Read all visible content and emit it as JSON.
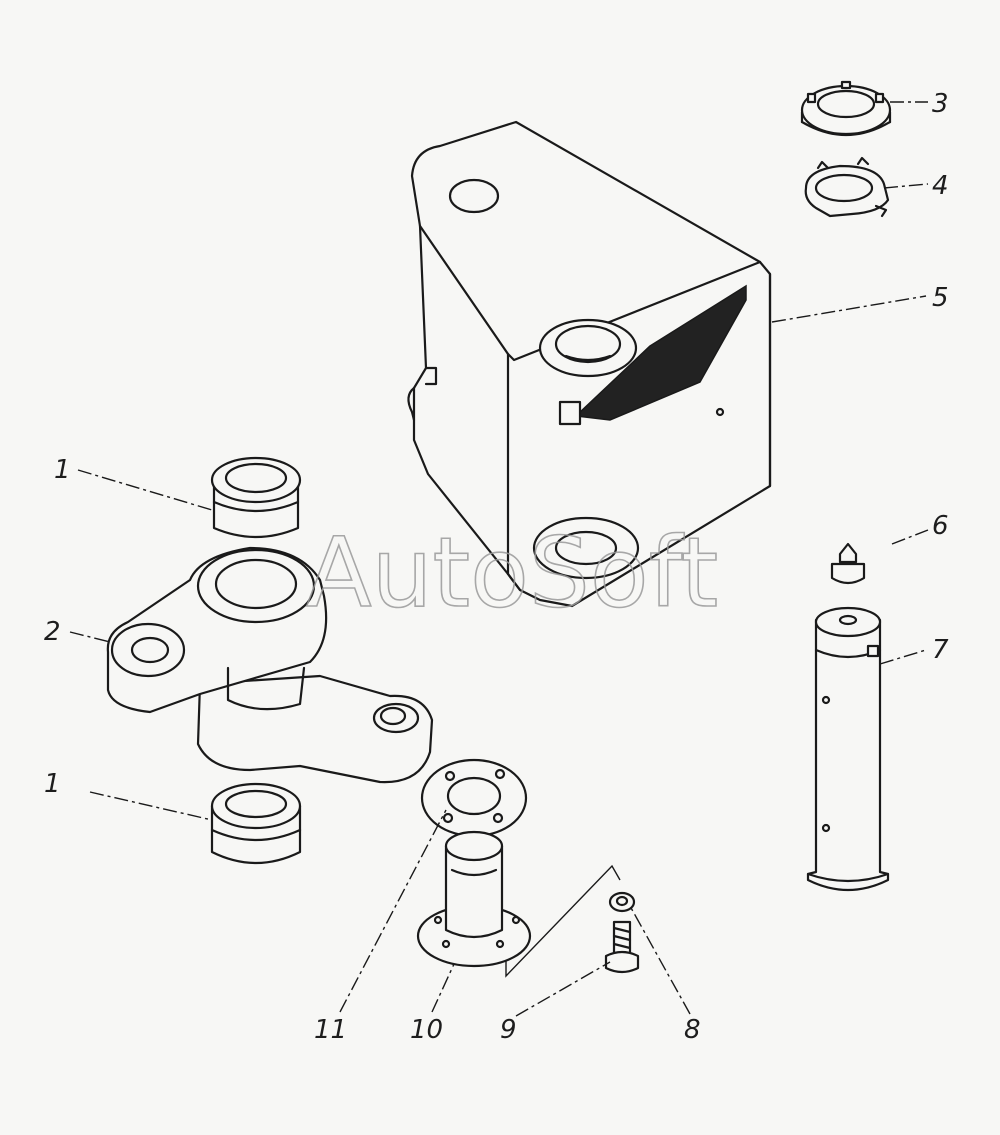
{
  "watermark": "AutoSoft",
  "callouts": {
    "c1a": "1",
    "c1b": "1",
    "c2": "2",
    "c3": "3",
    "c4": "4",
    "c5": "5",
    "c6": "6",
    "c7": "7",
    "c8": "8",
    "c9": "9",
    "c10": "10",
    "c11": "11"
  },
  "colors": {
    "ink": "#1a1a1a",
    "paper": "#f7f7f5",
    "watermark": "#9a9a9a"
  }
}
